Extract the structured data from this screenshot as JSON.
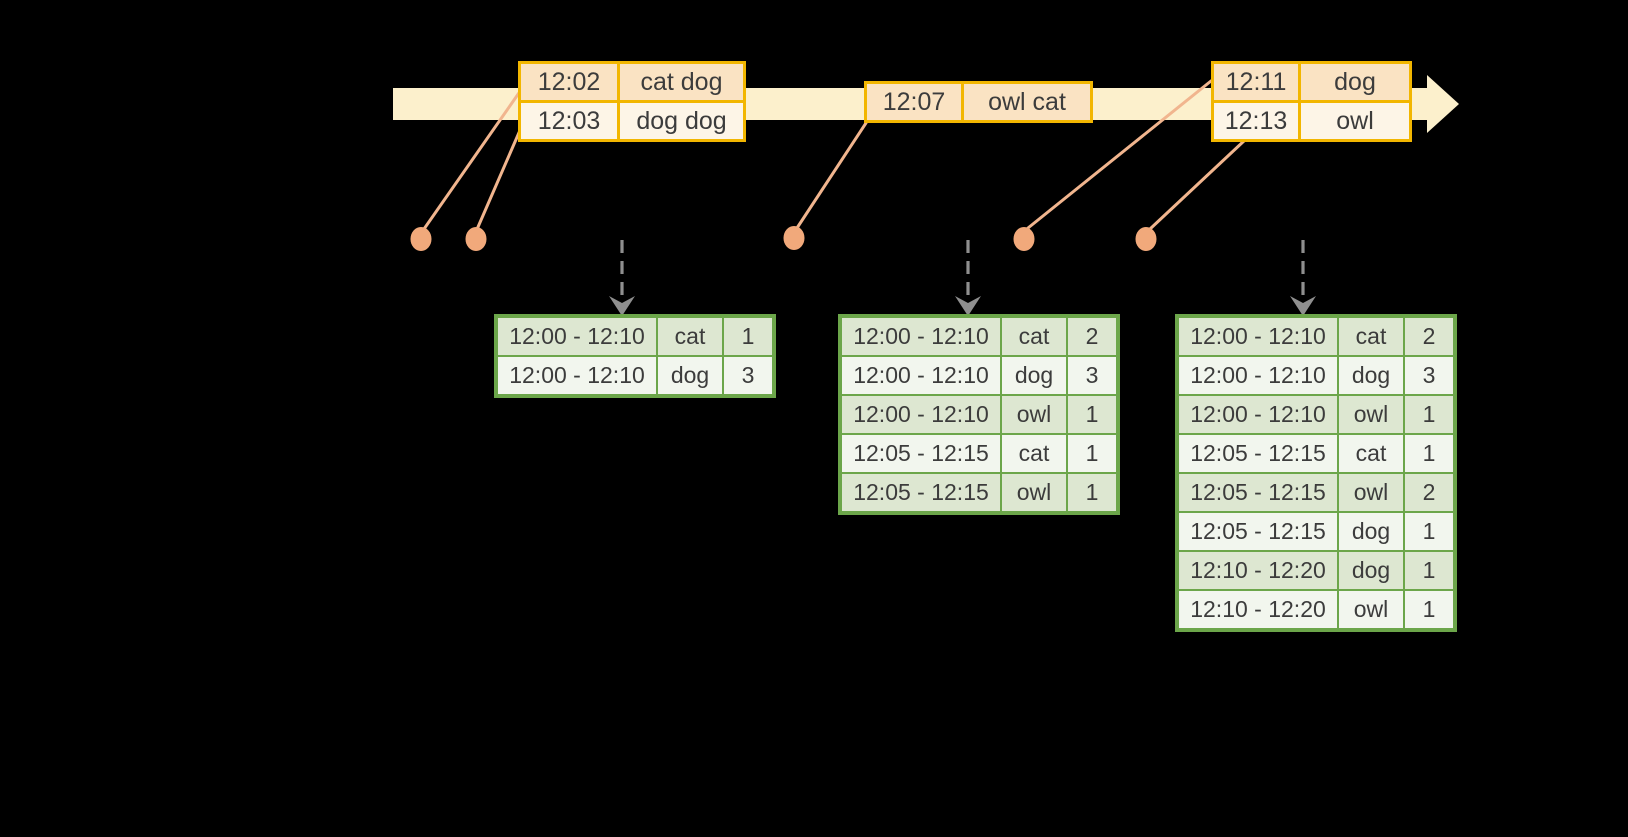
{
  "colors": {
    "background": "#000000",
    "timeline_fill": "#FCF0CC",
    "event_border": "#F2B600",
    "event_row_dark": "#FAE3C3",
    "event_row_light": "#FDF5E7",
    "result_border": "#6CA64A",
    "result_row_dark": "#DDE7D1",
    "result_row_light": "#F2F6EE",
    "connector": "#F1B58E",
    "dot": "#F1A97B",
    "trigger_arrow": "#8F8F8F",
    "text": "#3C3C3C"
  },
  "timeline": {
    "event_tables": [
      {
        "rows": [
          [
            "12:02",
            "cat dog"
          ],
          [
            "12:03",
            "dog dog"
          ]
        ]
      },
      {
        "rows": [
          [
            "12:07",
            "owl cat"
          ]
        ]
      },
      {
        "rows": [
          [
            "12:11",
            "dog"
          ],
          [
            "12:13",
            "owl"
          ]
        ]
      }
    ]
  },
  "result_tables": [
    {
      "rows": [
        [
          "12:00 - 12:10",
          "cat",
          "1"
        ],
        [
          "12:00 - 12:10",
          "dog",
          "3"
        ]
      ]
    },
    {
      "rows": [
        [
          "12:00 - 12:10",
          "cat",
          "2"
        ],
        [
          "12:00 - 12:10",
          "dog",
          "3"
        ],
        [
          "12:00 - 12:10",
          "owl",
          "1"
        ],
        [
          "12:05 - 12:15",
          "cat",
          "1"
        ],
        [
          "12:05 - 12:15",
          "owl",
          "1"
        ]
      ]
    },
    {
      "rows": [
        [
          "12:00 - 12:10",
          "cat",
          "2"
        ],
        [
          "12:00 - 12:10",
          "dog",
          "3"
        ],
        [
          "12:00 - 12:10",
          "owl",
          "1"
        ],
        [
          "12:05 - 12:15",
          "cat",
          "1"
        ],
        [
          "12:05 - 12:15",
          "owl",
          "2"
        ],
        [
          "12:05 - 12:15",
          "dog",
          "1"
        ],
        [
          "12:10 - 12:20",
          "dog",
          "1"
        ],
        [
          "12:10 - 12:20",
          "owl",
          "1"
        ]
      ]
    }
  ]
}
